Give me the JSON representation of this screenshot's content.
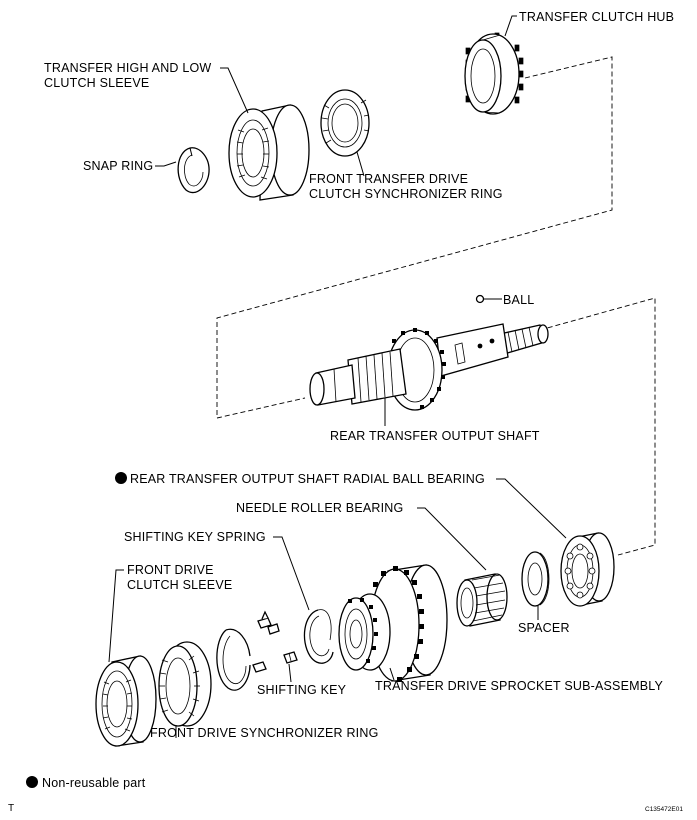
{
  "labels": {
    "transfer_clutch_hub": "TRANSFER CLUTCH HUB",
    "high_low_sleeve_1": "TRANSFER HIGH AND LOW",
    "high_low_sleeve_2": "CLUTCH SLEEVE",
    "snap_ring": "SNAP RING",
    "front_sync_ring_1": "FRONT TRANSFER DRIVE",
    "front_sync_ring_2": "CLUTCH SYNCHRONIZER RING",
    "ball": "BALL",
    "rear_output_shaft": "REAR TRANSFER OUTPUT SHAFT",
    "radial_bearing": "REAR TRANSFER OUTPUT SHAFT RADIAL BALL BEARING",
    "needle_bearing": "NEEDLE ROLLER BEARING",
    "shifting_key_spring": "SHIFTING KEY SPRING",
    "front_drive_sleeve_1": "FRONT DRIVE",
    "front_drive_sleeve_2": "CLUTCH SLEEVE",
    "spacer": "SPACER",
    "shifting_key": "SHIFTING KEY",
    "sprocket": "TRANSFER DRIVE SPROCKET SUB-ASSEMBLY",
    "front_drive_sync_ring": "FRONT DRIVE SYNCHRONIZER RING"
  },
  "legend": {
    "non_reusable": "Non-reusable part"
  },
  "footer": {
    "corner_mark": "T",
    "figure_code": "C135472E01"
  },
  "colors": {
    "ink": "#000000",
    "background": "#ffffff"
  }
}
